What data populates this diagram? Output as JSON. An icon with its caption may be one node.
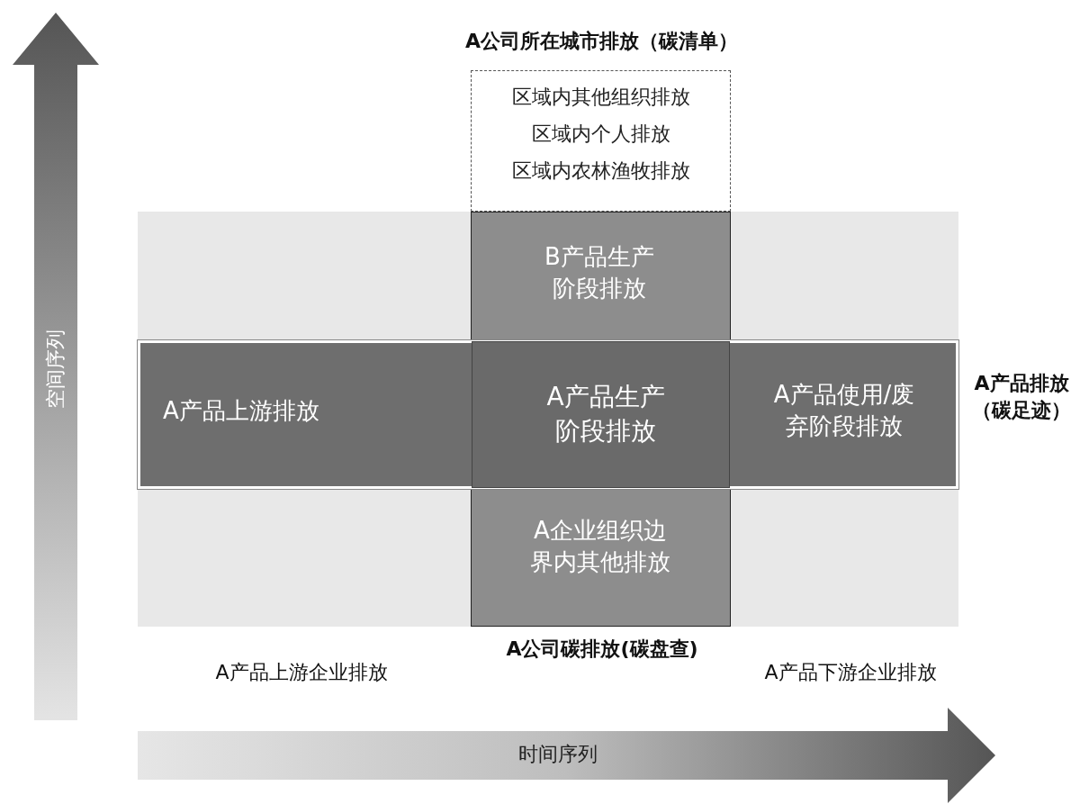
{
  "diagram": {
    "nodes": [
      {
        "text": [
          "A公司所在城市排放（碳清单）",
          "区域内其他组织排放",
          "区域内个人排放",
          "区域内农林渔牧排放"
        ]
      },
      {
        "text": [
          "A公司碳排放(碳盘查)"
        ]
      },
      {
        "text": [
          "B产品生产阶段排放"
        ],
        "in": 1
      },
      {
        "text": [
          "A产品排放（碳足迹）"
        ]
      },
      {
        "text": [
          "A产品上游排放"
        ],
        "in": 3
      },
      {
        "text": [
          "A产品生产阶段排放"
        ]
      },
      {
        "text": [
          "A产品使用/废弃阶段排放"
        ],
        "in": 3
      },
      {
        "text": [
          "A企业组织边界内其他排放"
        ],
        "in": 1
      }
    ],
    "labels": [
      "空间序列",
      "A产品上游企业排放",
      "A产品下游企业排放",
      "时间序列"
    ]
  }
}
